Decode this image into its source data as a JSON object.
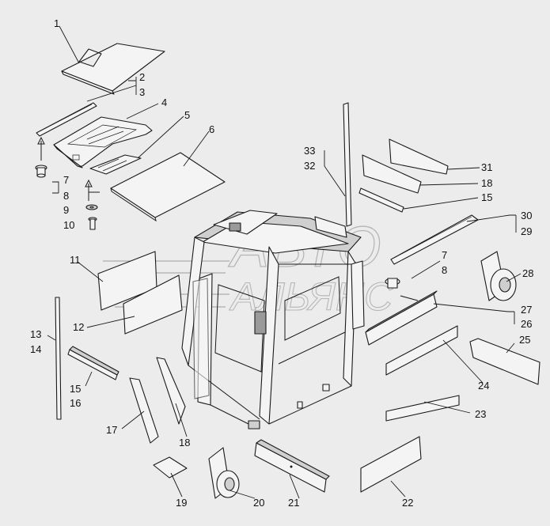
{
  "watermark": {
    "line1": "АВТО",
    "line2": "АЛЬЯНС"
  },
  "callouts": [
    {
      "id": "c1",
      "text": "1"
    },
    {
      "id": "c2",
      "text": "2"
    },
    {
      "id": "c3",
      "text": "3"
    },
    {
      "id": "c4",
      "text": "4"
    },
    {
      "id": "c5",
      "text": "5"
    },
    {
      "id": "c6",
      "text": "6"
    },
    {
      "id": "c7a",
      "text": "7"
    },
    {
      "id": "c8a",
      "text": "8"
    },
    {
      "id": "c9",
      "text": "9"
    },
    {
      "id": "c10",
      "text": "10"
    },
    {
      "id": "c11",
      "text": "11"
    },
    {
      "id": "c12",
      "text": "12"
    },
    {
      "id": "c13",
      "text": "13"
    },
    {
      "id": "c14",
      "text": "14"
    },
    {
      "id": "c15a",
      "text": "15"
    },
    {
      "id": "c16",
      "text": "16"
    },
    {
      "id": "c17",
      "text": "17"
    },
    {
      "id": "c18a",
      "text": "18"
    },
    {
      "id": "c19",
      "text": "19"
    },
    {
      "id": "c20",
      "text": "20"
    },
    {
      "id": "c21",
      "text": "21"
    },
    {
      "id": "c22",
      "text": "22"
    },
    {
      "id": "c23",
      "text": "23"
    },
    {
      "id": "c24",
      "text": "24"
    },
    {
      "id": "c25",
      "text": "25"
    },
    {
      "id": "c26",
      "text": "26"
    },
    {
      "id": "c27",
      "text": "27"
    },
    {
      "id": "c28",
      "text": "28"
    },
    {
      "id": "c29",
      "text": "29"
    },
    {
      "id": "c30",
      "text": "30"
    },
    {
      "id": "c31",
      "text": "31"
    },
    {
      "id": "c18b",
      "text": "18"
    },
    {
      "id": "c15b",
      "text": "15"
    },
    {
      "id": "c32",
      "text": "32"
    },
    {
      "id": "c33",
      "text": "33"
    },
    {
      "id": "c7b",
      "text": "7"
    },
    {
      "id": "c8b",
      "text": "8"
    }
  ],
  "colors": {
    "background": "#ececec",
    "line": "#1a1a1a",
    "watermark": "#8a8a8a"
  }
}
